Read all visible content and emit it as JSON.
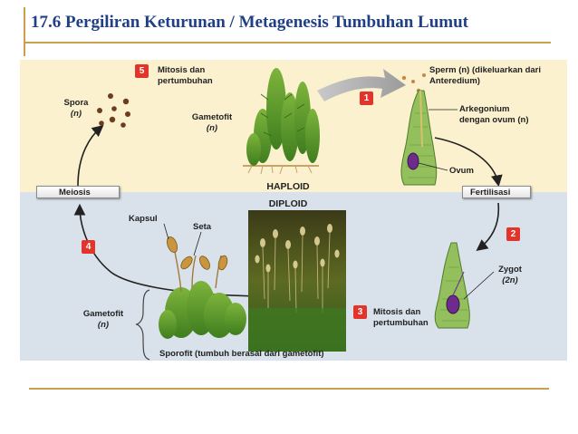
{
  "title": "17.6 Pergiliran Keturunan / Metagenesis Tumbuhan Lumut",
  "colors": {
    "title": "#1f3f86",
    "haploid_bg": "#fbf1cf",
    "diploid_bg": "#d9e1ea",
    "badge": "#e2342a",
    "rule": "#c8a24a"
  },
  "zones": {
    "haploid": "HAPLOID",
    "diploid": "DIPLOID"
  },
  "boxes": {
    "meiosis": "Meiosis",
    "fertilization": "Fertilisasi"
  },
  "steps": [
    {
      "num": "1"
    },
    {
      "num": "2"
    },
    {
      "num": "3",
      "label_line1": "Mitosis dan",
      "label_line2": "pertumbuhan"
    },
    {
      "num": "4"
    },
    {
      "num": "5",
      "label_line1": "Mitosis dan",
      "label_line2": "pertumbuhan"
    }
  ],
  "labels": {
    "spora_line1": "Spora",
    "spora_line2": "(n)",
    "gametofit_top_line1": "Gametofit",
    "gametofit_top_line2": "(n)",
    "sperm_line1": "Sperm (n) (dikeluarkan dari",
    "sperm_line2": "Anteredium)",
    "arkegonium_line1": "Arkegonium",
    "arkegonium_line2": "dengan ovum (n)",
    "ovum": "Ovum",
    "zygot_line1": "Zygot",
    "zygot_line2": "(2n)",
    "kapsul": "Kapsul",
    "seta": "Seta",
    "gametofit_bottom_line1": "Gametofit",
    "gametofit_bottom_line2": "(n)",
    "sporofit": "Sporofit (tumbuh berasal dari gametofit)"
  }
}
